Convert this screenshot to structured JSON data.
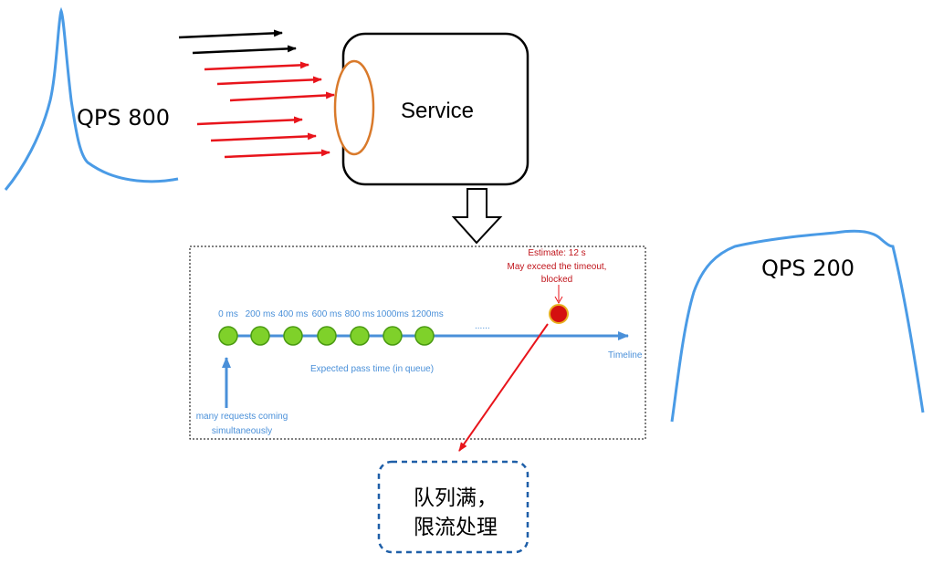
{
  "left_curve_label": "QPS 800",
  "right_curve_label": "QPS 200",
  "service_label": "Service",
  "queue": {
    "ticks": [
      "0 ms",
      "200 ms",
      "400 ms",
      "600 ms",
      "800 ms",
      "1000ms",
      "1200ms"
    ],
    "ellipsis": "......",
    "timeline_label": "Timeline",
    "axis_caption": "Expected pass time (in queue)",
    "source_caption_line1": "many requests coming",
    "source_caption_line2": "simultaneously",
    "estimate_line1": "Estimate: 12 s",
    "estimate_line2": "May exceed the timeout,",
    "estimate_line3": "blocked"
  },
  "result_box": {
    "line1": "队列满，",
    "line2": "限流处理"
  },
  "colors": {
    "curve": "#4a9be6",
    "arrow_black": "#000000",
    "arrow_red": "#e8141b",
    "port": "#d97a2b",
    "node_fill": "#7fd12a",
    "node_stroke": "#4a9a12",
    "blocked_fill": "#d41010",
    "blocked_stroke": "#e8b020",
    "timeline": "#4a90d9",
    "box_border": "#1f5fa8"
  }
}
